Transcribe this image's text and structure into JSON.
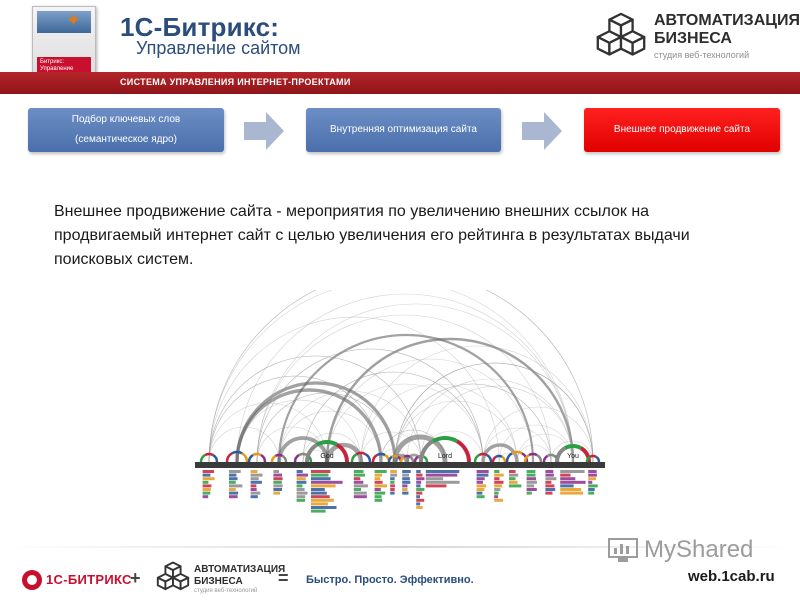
{
  "header": {
    "brand_title": "1С-Битрикс:",
    "brand_subtitle": "Управление сайтом",
    "tagline": "СИСТЕМА УПРАВЛЕНИЯ ИНТЕРНЕТ-ПРОЕКТАМИ",
    "product_box_label": "Битрикс: Управление сайтом",
    "logo_line1": "АВТОМАТИЗАЦИЯ",
    "logo_line2": "БИЗНЕСА",
    "logo_line3": "студия веб-технологий"
  },
  "steps": [
    {
      "line1": "Подбор ключевых слов",
      "line2": "(семантическое ядро)",
      "color": "#5b7fbb"
    },
    {
      "line1": "Внутренняя оптимизация сайта",
      "color": "#5b7fbb"
    },
    {
      "line1": "Внешнее продвижение сайта",
      "color": "#ee0000",
      "active": true
    }
  ],
  "description": "Внешнее продвижение сайта  - мероприятия по увеличению внешних ссылок на продвигаемый интернет сайт с целью увеличения его рейтинга в результатах выдачи поисковых систем.",
  "diagram": {
    "labels": [
      "God",
      "Lord",
      "You"
    ],
    "colors": [
      "#2b9f43",
      "#c6243a",
      "#2c5b9b",
      "#e49a1c",
      "#8b2f8c",
      "#888888"
    ]
  },
  "footer": {
    "bitrix_text": "1С-БИТРИКС",
    "plus": "+",
    "logo_line1": "АВТОМАТИЗАЦИЯ",
    "logo_line2": "БИЗНЕСА",
    "logo_line3": "студия веб-технологий",
    "equals": "=",
    "slogan": "Быстро. Просто. Эффективно.",
    "url": "web.1cab.ru",
    "watermark": "MyShared"
  }
}
